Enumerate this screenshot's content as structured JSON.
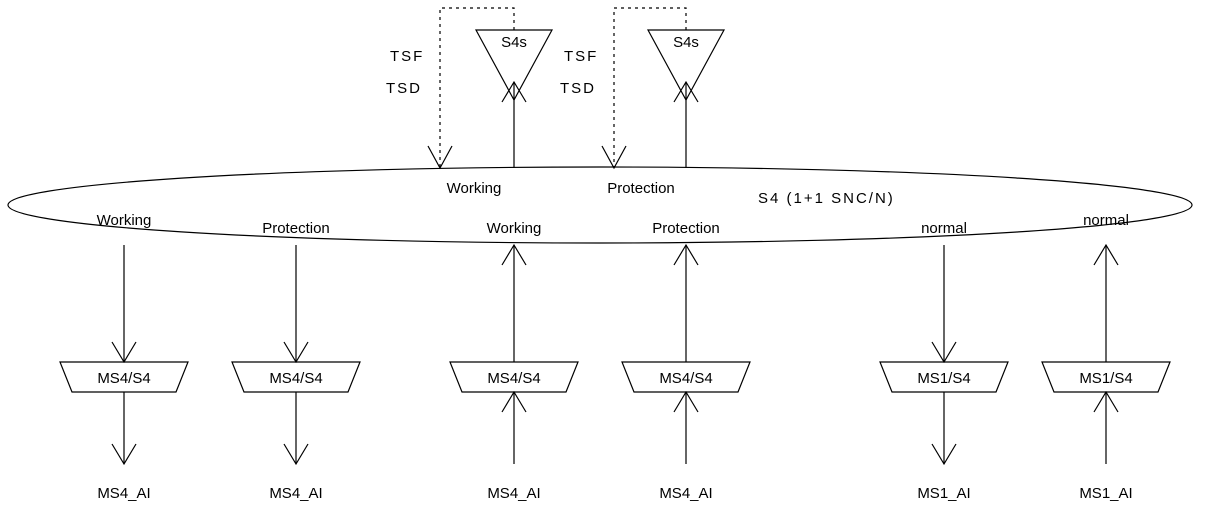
{
  "ellipse_label": "S4 (1+1 SNC/N)",
  "top_connections": [
    {
      "label": "Working",
      "sink_label": "S4s",
      "status_signals": [
        "TSF",
        "TSD"
      ]
    },
    {
      "label": "Protection",
      "sink_label": "S4s",
      "status_signals": [
        "TSF",
        "TSD"
      ]
    }
  ],
  "bottom_connections": [
    {
      "label": "Working",
      "adapter": "MS4/S4",
      "signal": "MS4_AI",
      "direction": "down"
    },
    {
      "label": "Protection",
      "adapter": "MS4/S4",
      "signal": "MS4_AI",
      "direction": "down"
    },
    {
      "label": "Working",
      "adapter": "MS4/S4",
      "signal": "MS4_AI",
      "direction": "up"
    },
    {
      "label": "Protection",
      "adapter": "MS4/S4",
      "signal": "MS4_AI",
      "direction": "up"
    },
    {
      "label": "normal",
      "adapter": "MS1/S4",
      "signal": "MS1_AI",
      "direction": "down"
    },
    {
      "label": "normal",
      "adapter": "MS1/S4",
      "signal": "MS1_AI",
      "direction": "up"
    }
  ]
}
